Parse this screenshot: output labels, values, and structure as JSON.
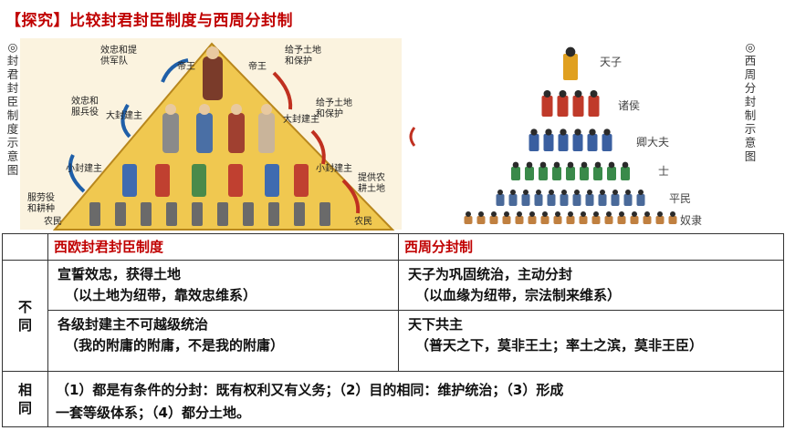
{
  "title": "【探究】比较封君封臣制度与西周分封制",
  "feudal_diagram": {
    "side_label": [
      "◎",
      "封",
      "君",
      "封",
      "臣",
      "制",
      "度",
      "示",
      "意",
      "图"
    ],
    "levels": [
      "帝王",
      "大封建主",
      "小封建主",
      "农民"
    ],
    "left_captions": [
      "效忠和提供军队",
      "效忠和服兵役",
      "服劳役和耕种"
    ],
    "right_captions": [
      "给予土地和保护",
      "给予土地和保护",
      "提供农耕土地"
    ],
    "right_levels": [
      "帝王",
      "大封建主",
      "小封建主",
      "农民"
    ]
  },
  "zhou_diagram": {
    "side_label": [
      "◎",
      "西",
      "周",
      "分",
      "封",
      "制",
      "示",
      "意",
      "图"
    ],
    "levels": [
      "天子",
      "诸侯",
      "卿大夫",
      "士",
      "平民",
      "奴隶"
    ]
  },
  "table": {
    "col1_header": "西欧封君封臣制度",
    "col2_header": "西周分封制",
    "diff_label": [
      "不",
      "同"
    ],
    "same_label": [
      "相",
      "同"
    ],
    "rows": [
      {
        "a_main": "宣誓效忠，获得土地",
        "a_sub": "（以土地为纽带，靠效忠维系）",
        "b_main": "天子为巩固统治，主动分封",
        "b_sub": "（以血缘为纽带，宗法制来维系）"
      },
      {
        "a_main": "各级封建主不可越级统治",
        "a_sub": "（我的附庸的附庸，不是我的附庸）",
        "b_main": "天下共主",
        "b_sub": "（普天之下，莫非王土；率土之滨，莫非王臣）"
      }
    ],
    "common_line1": "（1）都是有条件的分封：既有权利又有义务；（2）目的相同：维护统治；（3）形成",
    "common_line2": "一套等级体系；（4）都分土地。"
  },
  "colors": {
    "accent_red": "#c00000",
    "pyramid_gold": "#f0c850",
    "arrow_blue": "#1f5fa8"
  }
}
